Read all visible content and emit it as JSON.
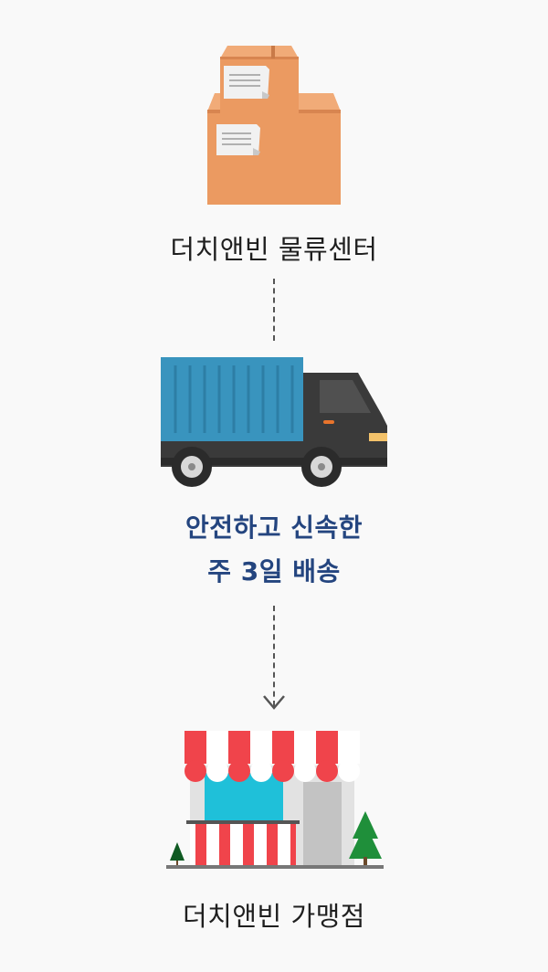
{
  "steps": {
    "warehouse": {
      "label": "더치앤빈 물류센터",
      "icon": "boxes-icon"
    },
    "shipping": {
      "line1": "안전하고 신속한",
      "line2": "주 3일 배송",
      "icon": "truck-icon"
    },
    "store": {
      "label": "더치앤빈 가맹점",
      "icon": "storefront-icon"
    }
  },
  "colors": {
    "background": "#f9f9f9",
    "accent_text": "#24457f",
    "box": "#eb9a61",
    "truck_container": "#3994be",
    "truck_cab": "#3a3a3a",
    "awning_red": "#f0444b",
    "store_window": "#1fc0d9"
  }
}
